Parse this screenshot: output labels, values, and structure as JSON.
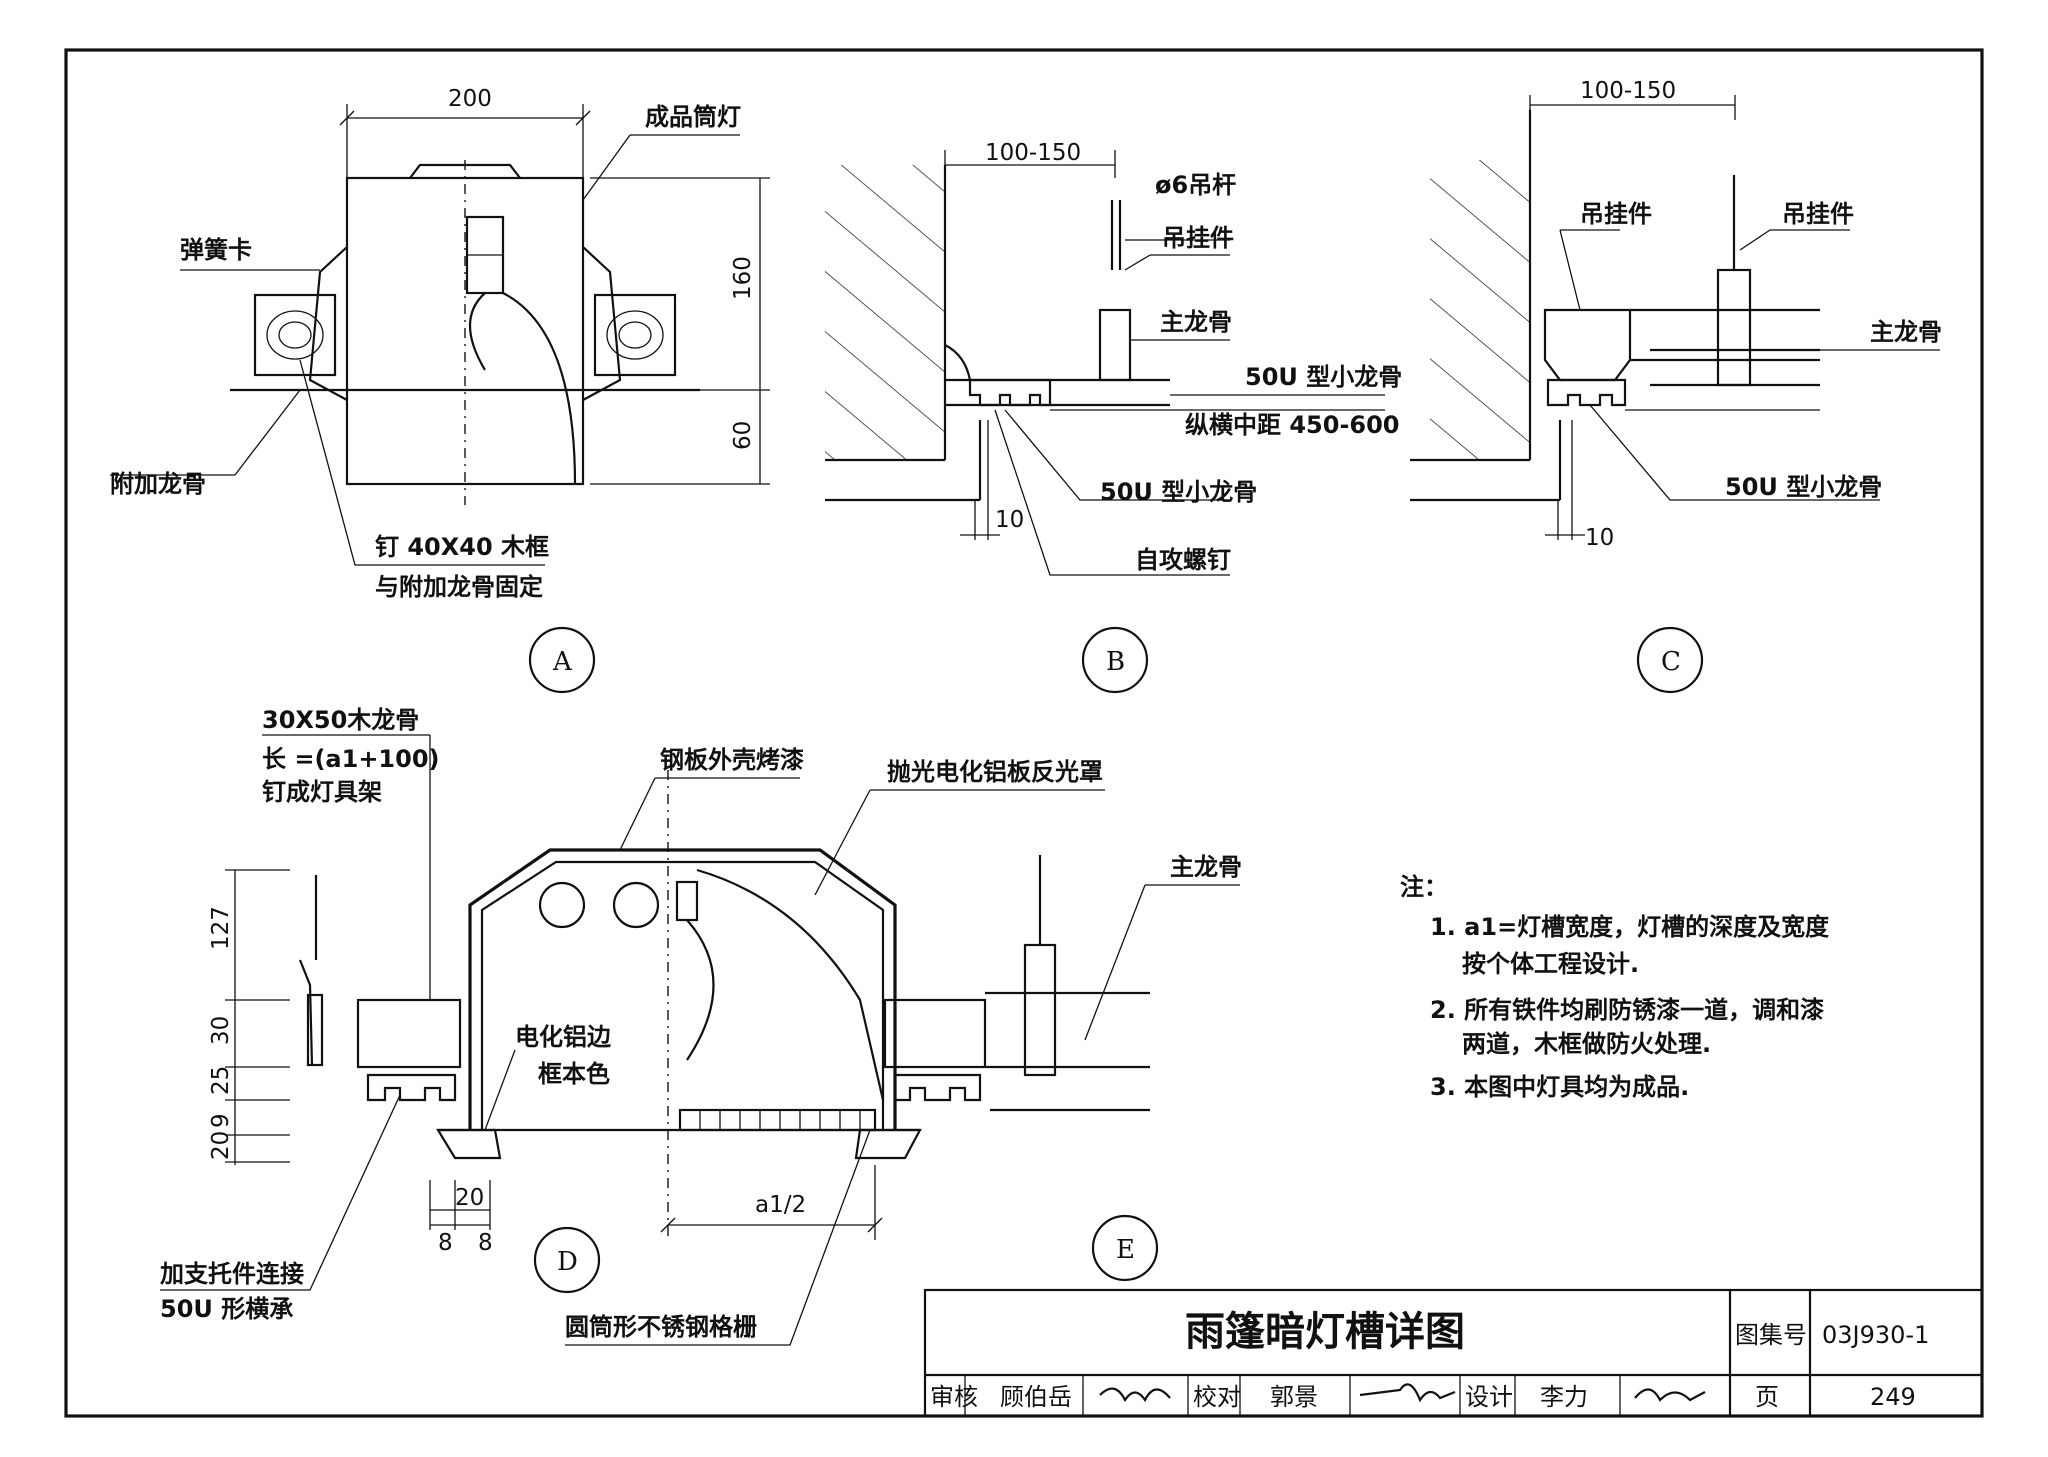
{
  "title_block": {
    "title": "雨篷暗灯槽详图",
    "atlas_label": "图集号",
    "atlas_no": "03J930-1",
    "page_label": "页",
    "page_no": "249",
    "review_label": "审核",
    "review_name": "顾伯岳",
    "check_label": "校对",
    "check_name": "郭景",
    "design_label": "设计",
    "design_name": "李力"
  },
  "detail_a": {
    "marker": "A",
    "dim_width": "200",
    "dim_160": "160",
    "dim_60": "60",
    "label_lamp": "成品筒灯",
    "label_spring": "弹簧卡",
    "label_extra_joist": "附加龙骨",
    "label_frame_1": "钉 40X40 木框",
    "label_frame_2": "与附加龙骨固定"
  },
  "detail_b": {
    "marker": "B",
    "dim_width": "100-150",
    "dim_10": "10",
    "label_rod": "ø6吊杆",
    "label_hanger": "吊挂件",
    "label_main": "主龙骨",
    "label_50u_a": "50U 型小龙骨",
    "label_spacing": "纵横中距 450-600",
    "label_50u_b": "50U 型小龙骨",
    "label_screw": "自攻螺钉"
  },
  "detail_c": {
    "marker": "C",
    "dim_width": "100-150",
    "dim_10": "10",
    "label_hanger_1": "吊挂件",
    "label_hanger_2": "吊挂件",
    "label_main": "主龙骨",
    "label_50u": "50U 型小龙骨"
  },
  "detail_d": {
    "marker": "D",
    "label_wood_1": "30X50木龙骨",
    "label_wood_2": "长 =(a1+100)",
    "label_wood_3": "钉成灯具架",
    "label_edge_1": "电化铝边",
    "label_edge_2": "框本色",
    "label_support_1": "加支托件连接",
    "label_support_2": "50U 形横承",
    "dim_127": "127",
    "dim_30": "30",
    "dim_25": "25",
    "dim_9": "9",
    "dim_20v": "20",
    "dim_20": "20",
    "dim_8a": "8",
    "dim_8b": "8"
  },
  "detail_e": {
    "marker": "E",
    "label_shell": "钢板外壳烤漆",
    "label_reflector": "抛光电化铝板反光罩",
    "label_main": "主龙骨",
    "label_grille": "圆筒形不锈钢格栅",
    "dim_half": "a1/2"
  },
  "notes": {
    "heading": "注：",
    "n1_line1": "1. a1=灯槽宽度，灯槽的深度及宽度",
    "n1_line2": "按个体工程设计.",
    "n2_line1": "2. 所有铁件均刷防锈漆一道，调和漆",
    "n2_line2": "两道，木框做防火处理.",
    "n3": "3. 本图中灯具均为成品."
  }
}
